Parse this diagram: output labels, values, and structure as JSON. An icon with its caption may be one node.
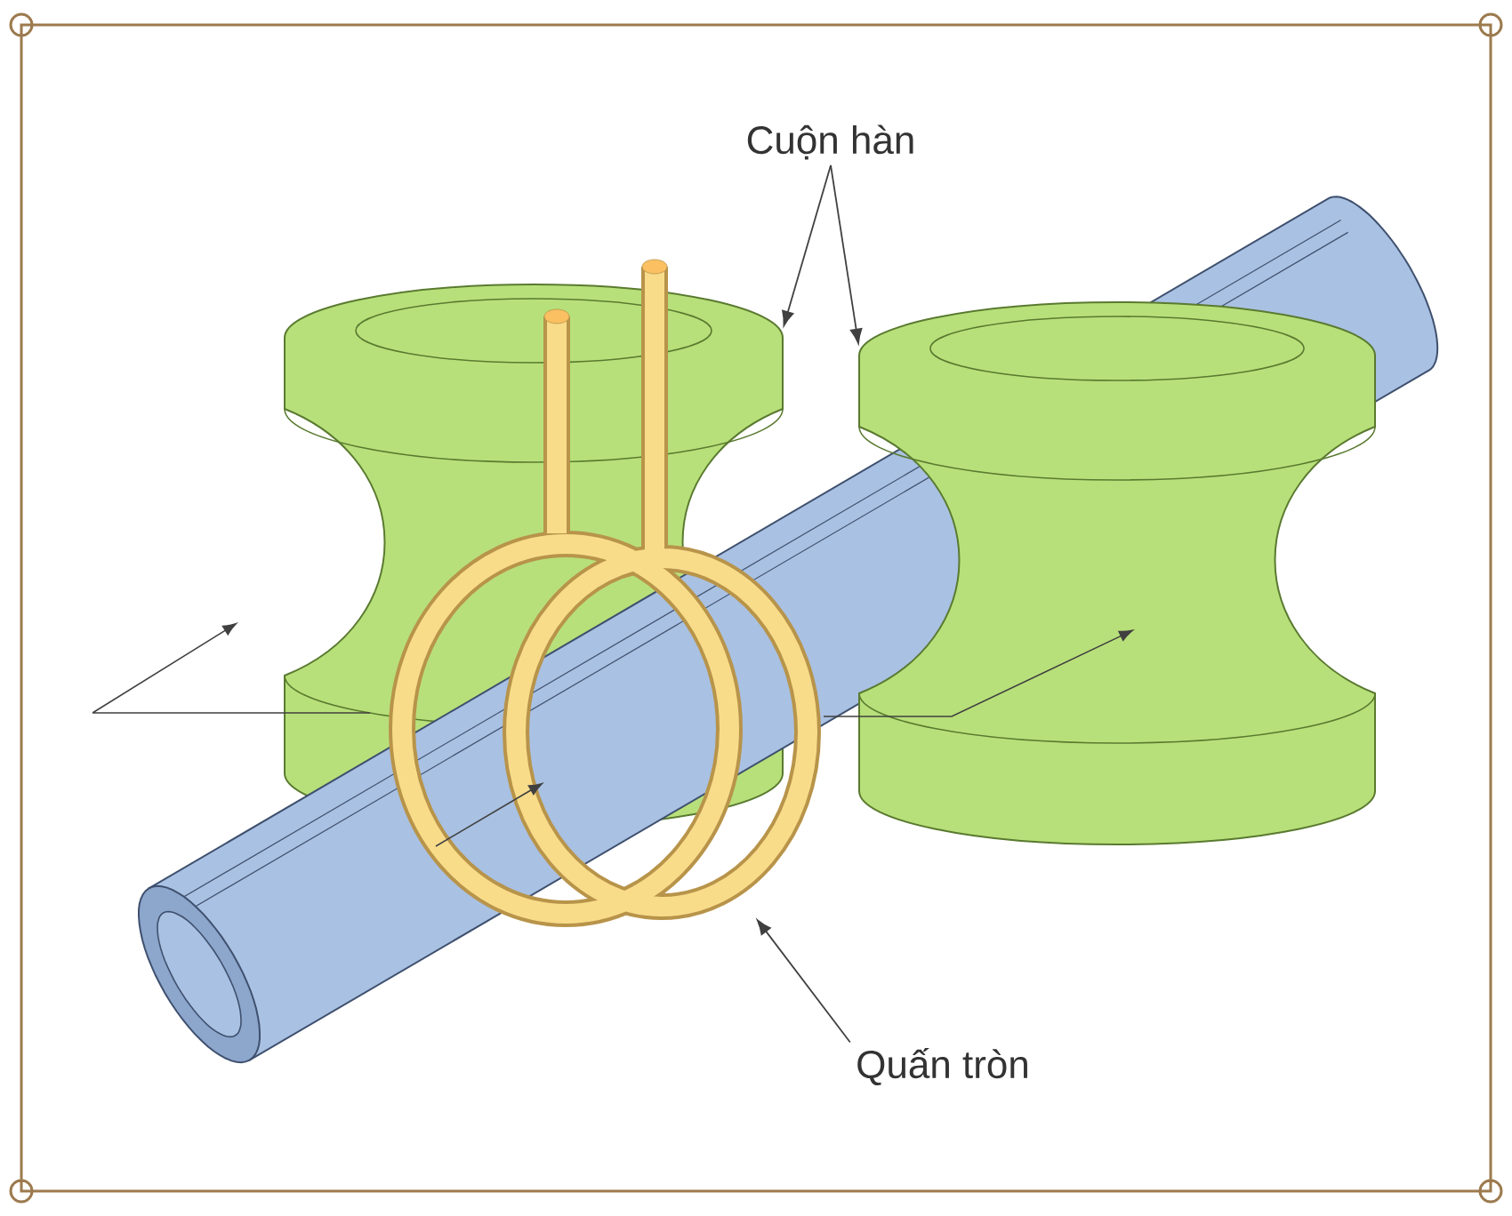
{
  "diagram": {
    "nodes": [
      {
        "text": [
          "Cuộn hàn"
        ]
      },
      {
        "text": [],
        "shape": "picture"
      },
      {
        "text": [],
        "shape": "picture"
      },
      {
        "text": [
          "Quấn tròn"
        ]
      },
      {
        "text": [],
        "shape": "picture"
      }
    ],
    "edges": [
      {
        "from": 0,
        "to": 1,
        "arrow": "to"
      },
      {
        "from": 0,
        "to": 2,
        "arrow": "to"
      },
      {
        "from": 3,
        "to": 4,
        "arrow": "to"
      }
    ]
  }
}
